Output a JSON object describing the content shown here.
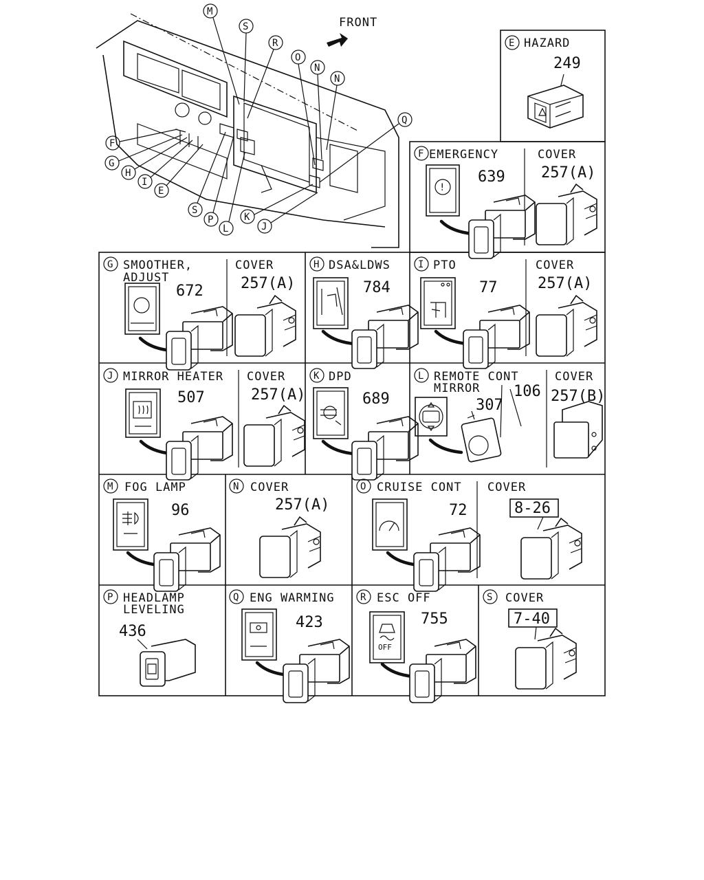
{
  "front_label": "FRONT",
  "overview_callouts": [
    "M",
    "S",
    "R",
    "O",
    "N",
    "N",
    "Q",
    "F",
    "G",
    "H",
    "I",
    "E",
    "S",
    "P",
    "L",
    "K",
    "J"
  ],
  "panels": {
    "E": {
      "letter": "E",
      "title": "HAZARD",
      "part": "249"
    },
    "F": {
      "letter": "F",
      "title": "EMERGENCY",
      "part": "639",
      "cover_title": "COVER",
      "cover_part": "257(A)"
    },
    "G": {
      "letter": "G",
      "title_line1": "SMOOTHER,",
      "title_line2": "ADJUST",
      "part": "672",
      "cover_title": "COVER",
      "cover_part": "257(A)"
    },
    "H": {
      "letter": "H",
      "title": "DSA&LDWS",
      "part": "784"
    },
    "I": {
      "letter": "I",
      "title": "PTO",
      "part": "77",
      "cover_title": "COVER",
      "cover_part": "257(A)"
    },
    "J": {
      "letter": "J",
      "title": "MIRROR HEATER",
      "part": "507",
      "cover_title": "COVER",
      "cover_part": "257(A)"
    },
    "K": {
      "letter": "K",
      "title": "DPD",
      "part": "689"
    },
    "L": {
      "letter": "L",
      "title_line1": "REMOTE CONT",
      "title_line2": "MIRROR",
      "part_a": "307",
      "part_b": "106",
      "cover_title": "COVER",
      "cover_part": "257(B)"
    },
    "M": {
      "letter": "M",
      "title": "FOG LAMP",
      "part": "96"
    },
    "N": {
      "letter": "N",
      "title": "COVER",
      "part": "257(A)"
    },
    "O": {
      "letter": "O",
      "title": "CRUISE CONT",
      "part": "72",
      "cover_title": "COVER",
      "cover_ref": "8-26"
    },
    "P": {
      "letter": "P",
      "title_line1": "HEADLAMP",
      "title_line2": "LEVELING",
      "part": "436"
    },
    "Q": {
      "letter": "Q",
      "title": "ENG WARMING",
      "part": "423"
    },
    "R": {
      "letter": "R",
      "title": "ESC OFF",
      "part": "755",
      "off_text": "OFF"
    },
    "S": {
      "letter": "S",
      "title": "COVER",
      "ref": "7-40"
    }
  }
}
